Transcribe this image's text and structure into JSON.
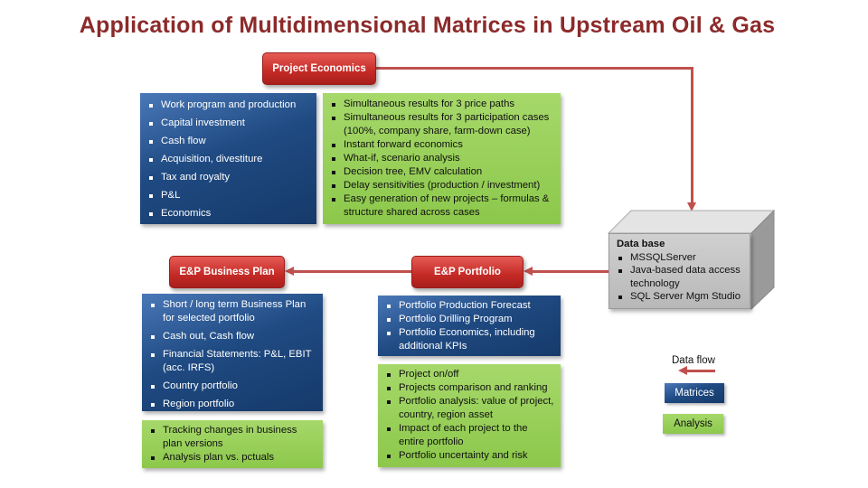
{
  "title": "Application of Multidimensional Matrices in Upstream Oil & Gas",
  "project_economics": {
    "label": "Project Economics",
    "matrices": [
      "Work program and production",
      "Capital investment",
      "Cash flow",
      "Acquisition, divestiture",
      "Tax and royalty",
      "P&L",
      "Economics"
    ],
    "analysis": [
      "Simultaneous results for 3 price paths",
      "Simultaneous results for 3 participation cases (100%, company share, farm-down case)",
      "Instant forward economics",
      "What-if, scenario analysis",
      "Decision tree, EMV calculation",
      "Delay sensitivities (production /  investment)",
      "Easy generation of new projects – formulas & structure shared across cases"
    ]
  },
  "database": {
    "title": "Data base",
    "items": [
      "MSSQLServer",
      "Java-based data access technology",
      "SQL Server Mgm Studio"
    ]
  },
  "business_plan": {
    "label": "E&P Business Plan",
    "matrices": [
      "Short / long term Business Plan for  selected portfolio",
      "Cash out, Cash flow",
      "Financial Statements: P&L, EBIT (acc. IRFS)",
      "Country portfolio",
      "Region portfolio"
    ],
    "analysis": [
      "Tracking changes in business plan versions",
      "Analysis plan vs. pctuals"
    ]
  },
  "portfolio": {
    "label": "E&P Portfolio",
    "matrices": [
      "Portfolio Production Forecast",
      "Portfolio Drilling Program",
      "Portfolio Economics, including additional KPIs"
    ],
    "analysis": [
      "Project on/off",
      "Projects comparison and ranking",
      "Portfolio analysis: value of project, country, region asset",
      "Impact of each project to the entire portfolio",
      "Portfolio uncertainty and risk"
    ]
  },
  "legend": {
    "data_flow": "Data flow",
    "matrices": "Matrices",
    "analysis": "Analysis"
  },
  "colors": {
    "title": "#8c2a2a",
    "arrow": "#c0504d",
    "matrices": "#1f4a82",
    "analysis": "#8cc84b"
  }
}
